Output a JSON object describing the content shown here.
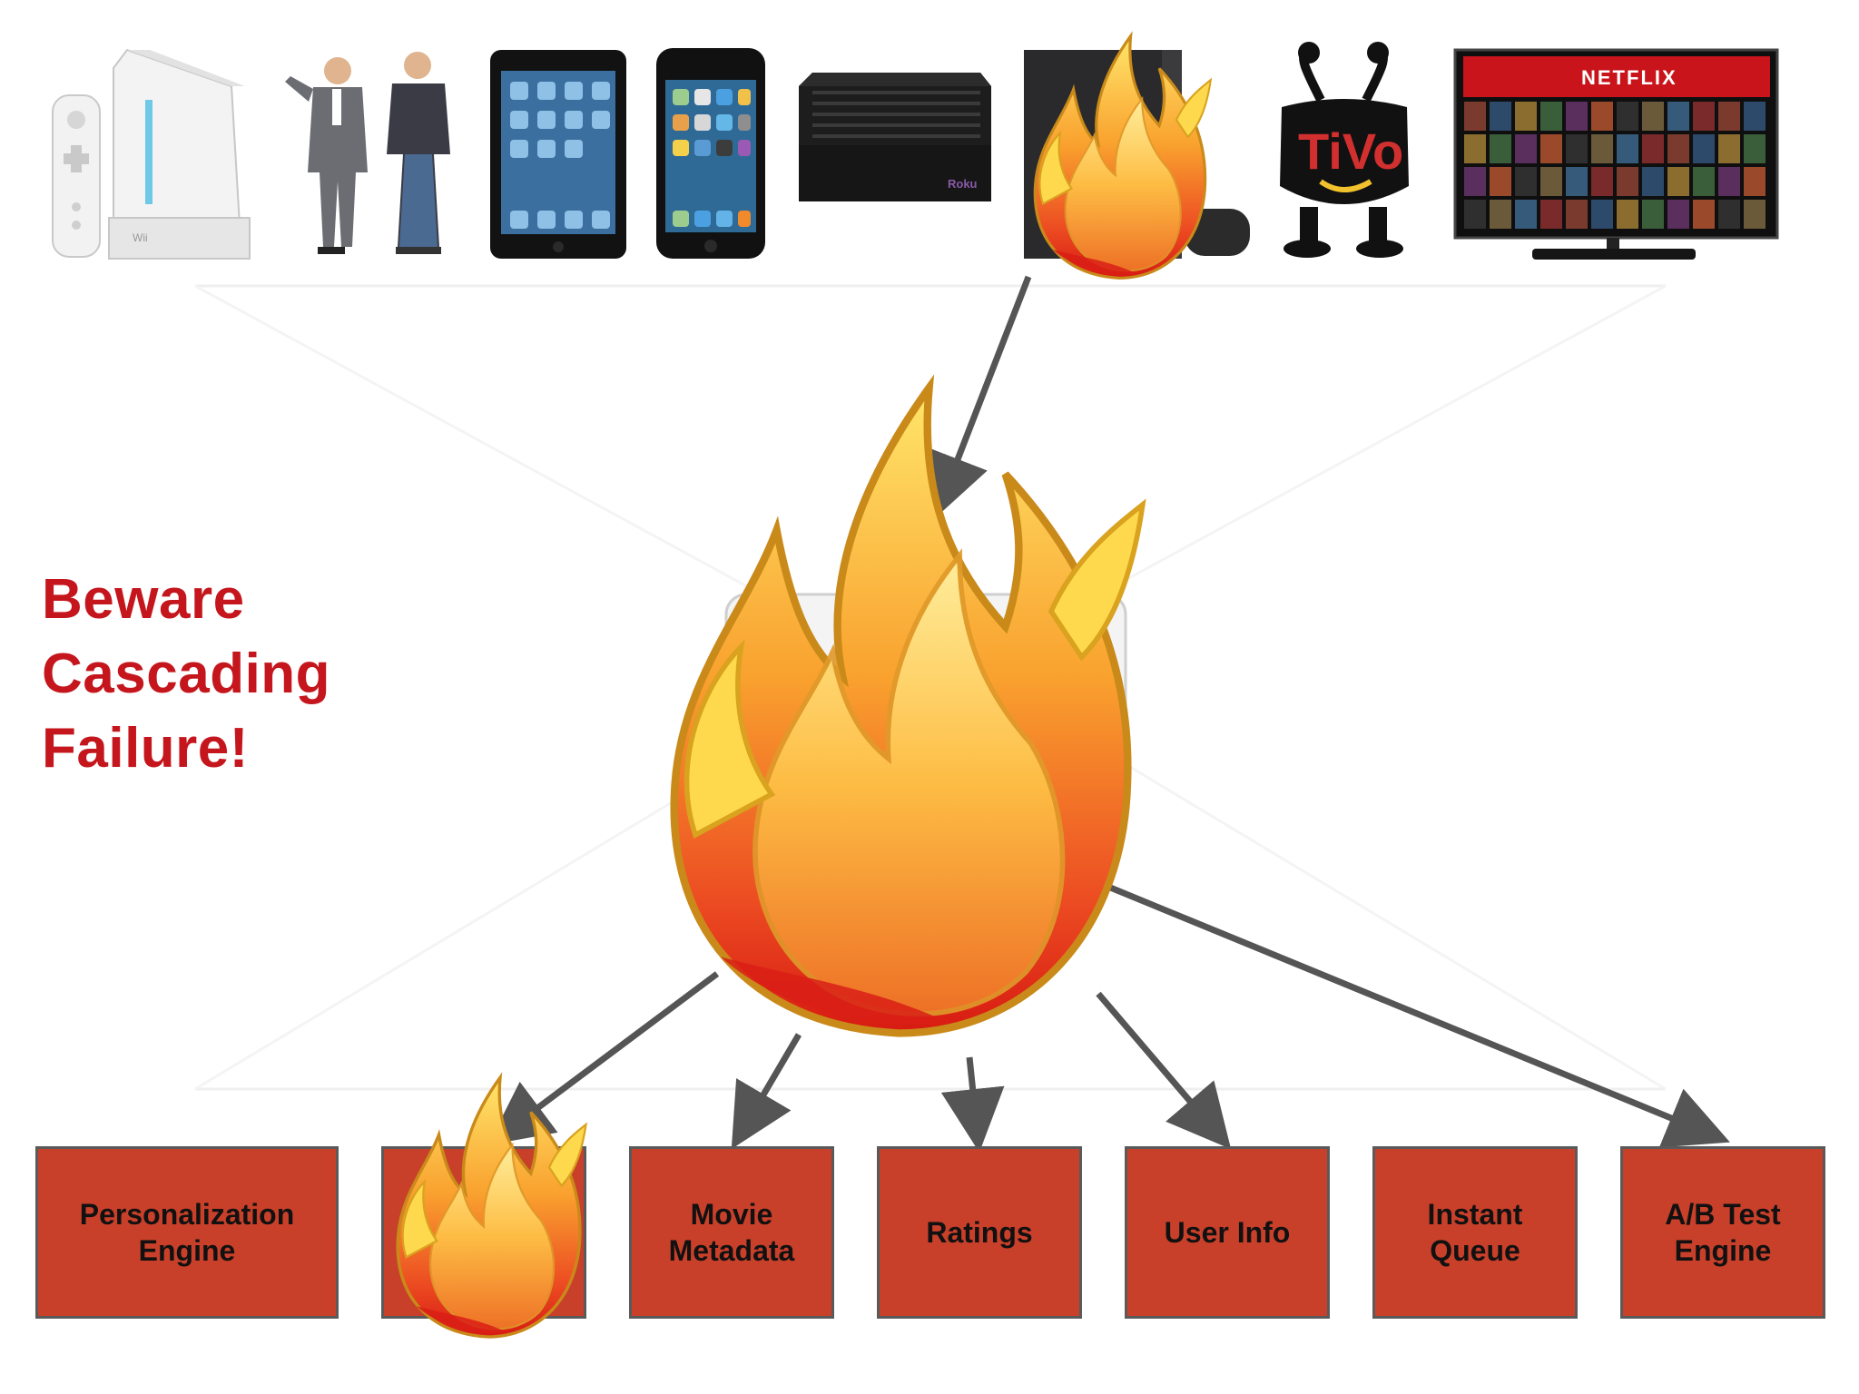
{
  "headline": {
    "line1": "Beware",
    "line2": "Cascading",
    "line3": "Failure!"
  },
  "devices": [
    {
      "name": "wii",
      "label": "Wii"
    },
    {
      "name": "people"
    },
    {
      "name": "ipad"
    },
    {
      "name": "iphone"
    },
    {
      "name": "roku",
      "label": "Roku"
    },
    {
      "name": "ps3-on-fire"
    },
    {
      "name": "tivo",
      "label": "TiVo"
    },
    {
      "name": "netflix-tv",
      "label": "NETFLIX"
    }
  ],
  "services": [
    {
      "line1": "Personalization",
      "line2": "Engine"
    },
    {
      "line1": "",
      "line2": "",
      "on_fire": true
    },
    {
      "line1": "Movie",
      "line2": "Metadata"
    },
    {
      "line1": "Ratings",
      "line2": ""
    },
    {
      "line1": "User Info",
      "line2": ""
    },
    {
      "line1": "Instant",
      "line2": "Queue"
    },
    {
      "line1": "A/B Test",
      "line2": "Engine"
    }
  ],
  "colors": {
    "headline": "#c4161c",
    "service_fill": "#c9402a",
    "arrow": "#555555",
    "flame_outer": "#e8331c",
    "flame_inner": "#ffd23c"
  }
}
